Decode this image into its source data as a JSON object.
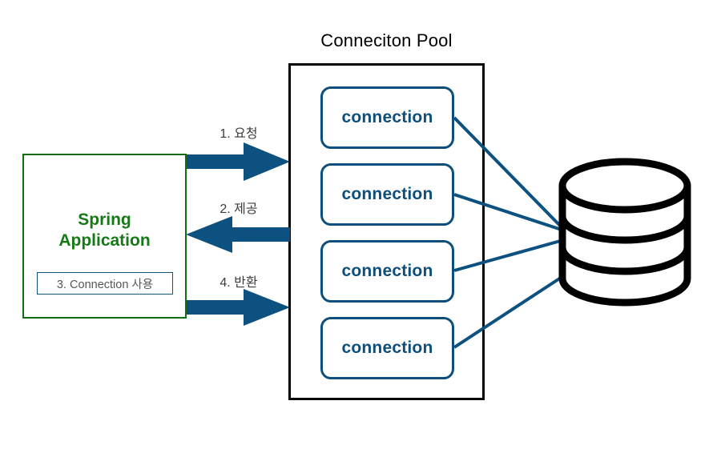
{
  "diagram": {
    "title": "Conneciton Pool",
    "colors": {
      "pool_border": "#000000",
      "connection_border": "#0d4f7c",
      "connection_text": "#0d4f7c",
      "app_border": "#136b13",
      "app_text": "#157a15",
      "arrow": "#0d5180",
      "link_line": "#0d5180",
      "database": "#000000",
      "sub_label_text": "#555555"
    },
    "pool": {
      "title": "Conneciton Pool",
      "connections": [
        {
          "label": "connection"
        },
        {
          "label": "connection"
        },
        {
          "label": "connection"
        },
        {
          "label": "connection"
        }
      ]
    },
    "application": {
      "title_line1": "Spring",
      "title_line2": "Application",
      "inner_label": "3. Connection 사용"
    },
    "arrows": [
      {
        "label": "1. 요청",
        "direction": "right"
      },
      {
        "label": "2. 제공",
        "direction": "left"
      },
      {
        "label": "4. 반환",
        "direction": "right"
      }
    ],
    "database": {
      "name": "database-cylinder"
    }
  }
}
